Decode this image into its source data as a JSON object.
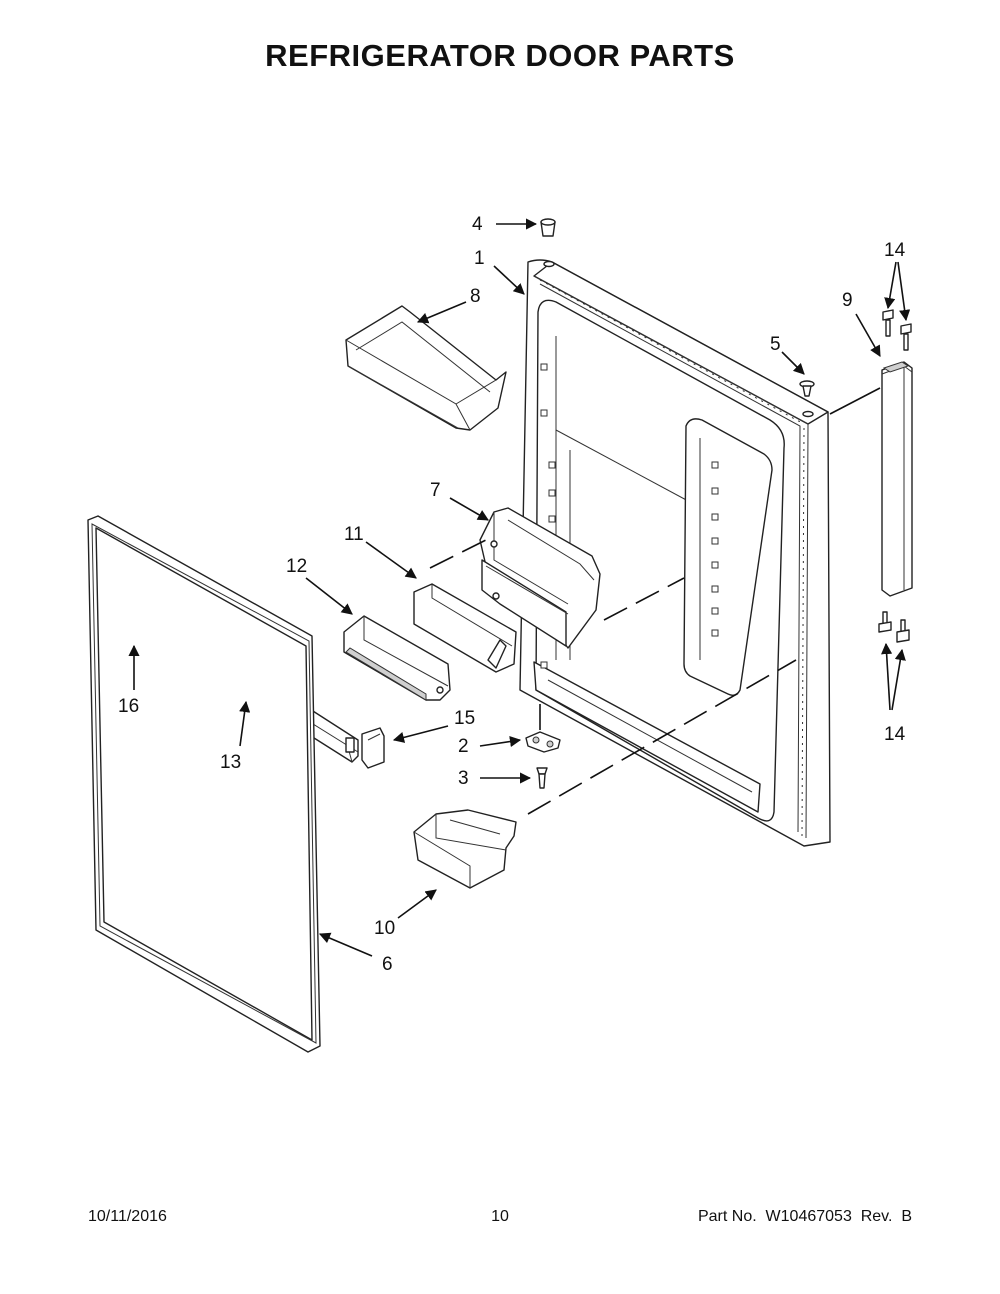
{
  "title": "REFRIGERATOR DOOR PARTS",
  "footer": {
    "date": "10/11/2016",
    "page": "10",
    "part_number": "Part No.  W10467053  Rev.  B"
  },
  "callouts": {
    "c1": "1",
    "c2": "2",
    "c3": "3",
    "c4": "4",
    "c5": "5",
    "c6": "6",
    "c7": "7",
    "c8": "8",
    "c9": "9",
    "c10": "10",
    "c11": "11",
    "c12": "12",
    "c13": "13",
    "c14_top": "14",
    "c14_bottom": "14",
    "c15": "15",
    "c16": "16"
  }
}
